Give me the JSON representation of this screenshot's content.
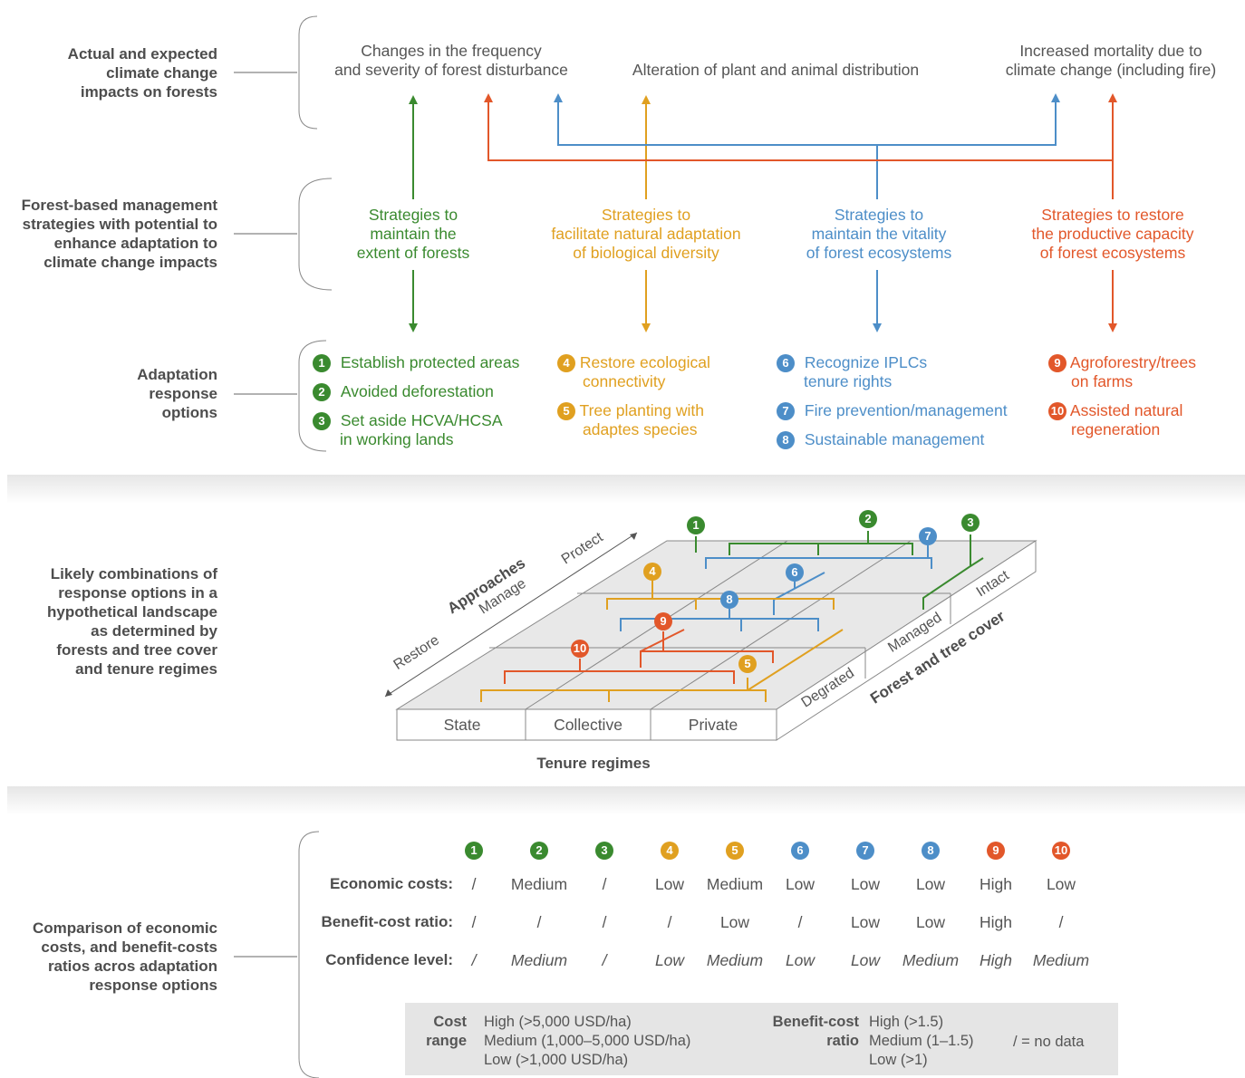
{
  "row_labels": {
    "impacts": [
      "Actual and expected",
      "climate change",
      "impacts on forests"
    ],
    "strategies": [
      "Forest-based management",
      "strategies with potential to",
      "enhance adaptation to",
      "climate change impacts"
    ],
    "options": [
      "Adaptation",
      "response",
      "options"
    ],
    "combinations": [
      "Likely combinations of",
      "response options in a",
      "hypothetical landscape",
      "as determined by",
      "forests and tree cover",
      "and tenure regimes"
    ],
    "comparison": [
      "Comparison of economic",
      "costs, and benefit-costs",
      "ratios acros adaptation",
      "response options"
    ]
  },
  "impacts": {
    "disturbance": [
      "Changes in the frequency",
      "and severity of forest  disturbance"
    ],
    "distribution": "Alteration of plant and animal distribution",
    "mortality": [
      "Increased mortality due to",
      "climate change (including fire)"
    ]
  },
  "strategies": [
    {
      "lines": [
        "Strategies to",
        "maintain the",
        "extent of forests"
      ],
      "color": "#3a8a2f"
    },
    {
      "lines": [
        "Strategies to",
        "facilitate natural adaptation",
        "of biological diversity"
      ],
      "color": "#e0a020"
    },
    {
      "lines": [
        "Strategies to",
        "maintain the vitality",
        "of forest ecosystems"
      ],
      "color": "#4d8ec8"
    },
    {
      "lines": [
        "Strategies to restore",
        "the productive capacity",
        "of forest ecosystems"
      ],
      "color": "#e2572a"
    }
  ],
  "options": [
    {
      "num": "1",
      "text": [
        "Establish protected areas"
      ]
    },
    {
      "num": "2",
      "text": [
        "Avoided deforestation"
      ]
    },
    {
      "num": "3",
      "text": [
        "Set aside HCVA/HCSA",
        "in working lands"
      ]
    },
    {
      "num": "4",
      "text": [
        "Restore ecological",
        "connectivity"
      ]
    },
    {
      "num": "5",
      "text": [
        "Tree planting with",
        "adaptes species"
      ]
    },
    {
      "num": "6",
      "text": [
        "Recognize IPLCs",
        "tenure rights"
      ]
    },
    {
      "num": "7",
      "text": [
        "Fire prevention/management"
      ]
    },
    {
      "num": "8",
      "text": [
        "Sustainable management"
      ]
    },
    {
      "num": "9",
      "text": [
        "Agroforestry/trees",
        "on farms"
      ]
    },
    {
      "num": "10",
      "text": [
        "Assisted natural",
        "regeneration"
      ]
    }
  ],
  "landscape": {
    "approaches_title": "Approaches",
    "approaches": [
      "Restore",
      "Manage",
      "Protect"
    ],
    "cover_title": "Forest and tree cover",
    "cover": [
      "Degrated",
      "Managed",
      "Intact"
    ],
    "tenure_title": "Tenure regimes",
    "tenure": [
      "State",
      "Collective",
      "Private"
    ]
  },
  "table": {
    "nums": [
      "1",
      "2",
      "3",
      "4",
      "5",
      "6",
      "7",
      "8",
      "9",
      "10"
    ],
    "rows": [
      {
        "label": "Economic costs:",
        "values": [
          "/",
          "Medium",
          "/",
          "Low",
          "Medium",
          "Low",
          "Low",
          "Low",
          "High",
          "Low"
        ]
      },
      {
        "label": "Benefit-cost ratio:",
        "values": [
          "/",
          "/",
          "/",
          "/",
          "Low",
          "/",
          "Low",
          "Low",
          "High",
          "/"
        ]
      },
      {
        "label": "Confidence level:",
        "values": [
          "/",
          "Medium",
          "/",
          "Low",
          "Medium",
          "Low",
          "Low",
          "Medium",
          "High",
          "Medium"
        ]
      }
    ]
  },
  "legend": {
    "cost_title": [
      "Cost",
      "range"
    ],
    "cost_items": [
      "High (>5,000 USD/ha)",
      "Medium (1,000–5,000 USD/ha)",
      "Low (>1,000 USD/ha)"
    ],
    "bcr_title": [
      "Benefit-cost",
      "ratio"
    ],
    "bcr_items": [
      "High (>1.5)",
      "Medium (1–1.5)",
      "Low (>1)"
    ],
    "nodata": "/ = no data"
  },
  "colors": {
    "green": "#3a8a2f",
    "yellow": "#e0a020",
    "blue": "#4d8ec8",
    "red": "#e2572a",
    "gray": "#555555"
  }
}
